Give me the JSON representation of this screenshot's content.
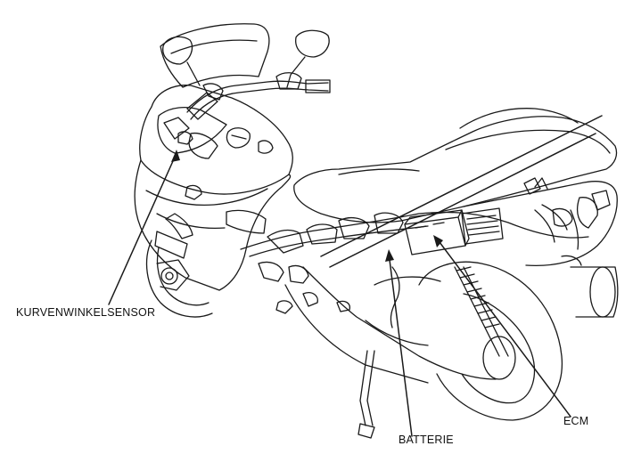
{
  "callouts": {
    "kurvenwinkelsensor": "KURVENWINKELSENSOR",
    "batterie": "BATTERIE",
    "ecm": "ECM"
  },
  "colors": {
    "line": "#1a1a1a",
    "background": "#ffffff"
  }
}
